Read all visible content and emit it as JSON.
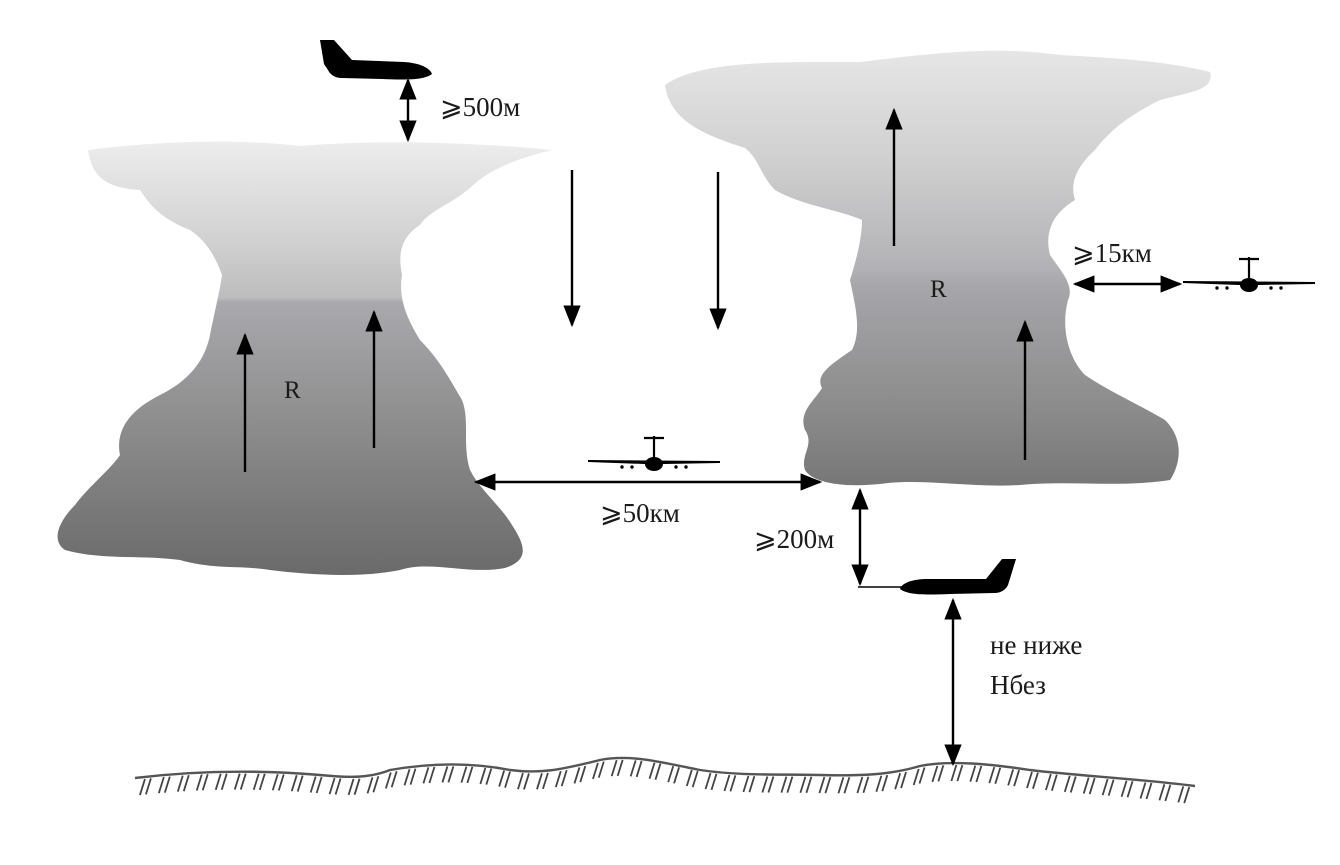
{
  "labels": {
    "min_above_cloud_top": "⩾500м",
    "min_between_clouds": "⩾50км",
    "min_side_distance": "⩾15км",
    "min_below_cloud_base": "⩾200м",
    "not_below_line1": "не ниже",
    "not_below_line2": "Нбез",
    "cloud_left_mark": "R",
    "cloud_right_mark": "R"
  },
  "colors": {
    "cloud_top": "#e4e4e4",
    "cloud_mid": "#a8a8ad",
    "cloud_bottom": "#6e6e6e",
    "ink": "#000000",
    "ground_line": "#555555"
  },
  "icons": {
    "aircraft_side": "airplane-side-icon",
    "aircraft_front": "airplane-front-icon",
    "terrain": "ground-hatch"
  }
}
